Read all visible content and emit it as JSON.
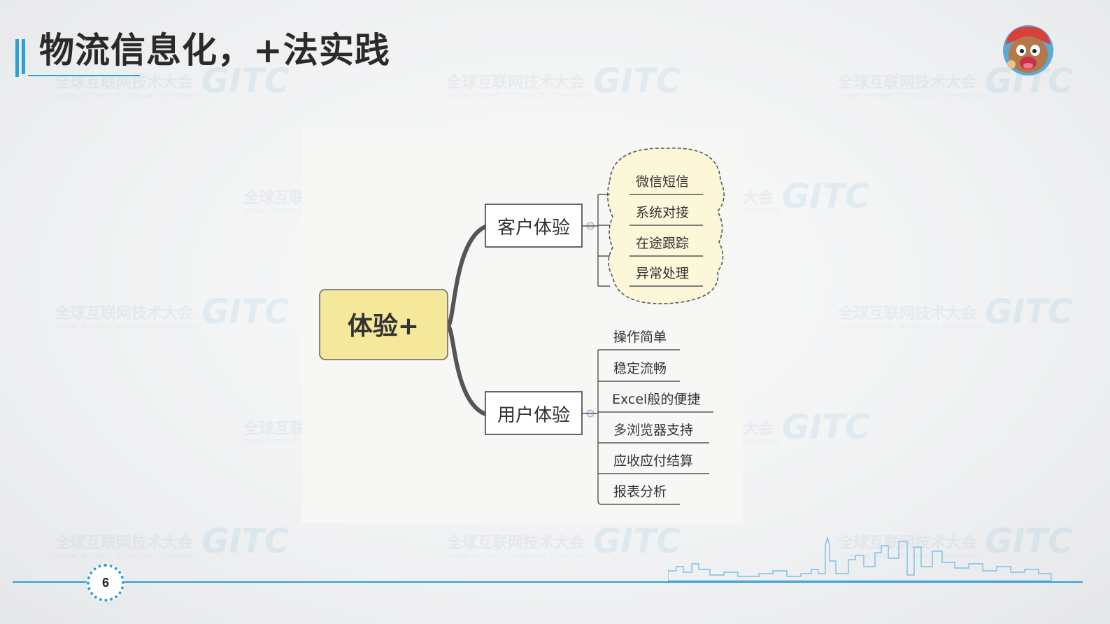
{
  "slide": {
    "title": "物流信息化，+法实践",
    "page_number": "6"
  },
  "watermark": {
    "text": "全球互联网技术大会",
    "subtext": "GLOBAL INTERNET TECHNOLOGY CONFERENCE",
    "logo": "GITC"
  },
  "diagram": {
    "root": "体验+",
    "branches": [
      {
        "label": "客户体验",
        "items": [
          "微信短信",
          "系统对接",
          "在途跟踪",
          "异常处理"
        ]
      },
      {
        "label": "用户体验",
        "items": [
          "操作简单",
          "稳定流畅",
          "Excel般的便捷",
          "多浏览器支持",
          "应收应付结算",
          "报表分析"
        ]
      }
    ]
  },
  "colors": {
    "accent": "#2b9fd6",
    "root_fill": "#f6e89a",
    "cloud_fill": "#fbf7d8"
  },
  "icons": {
    "avatar": "cartoon-character-icon",
    "skyline": "city-skyline-icon"
  }
}
